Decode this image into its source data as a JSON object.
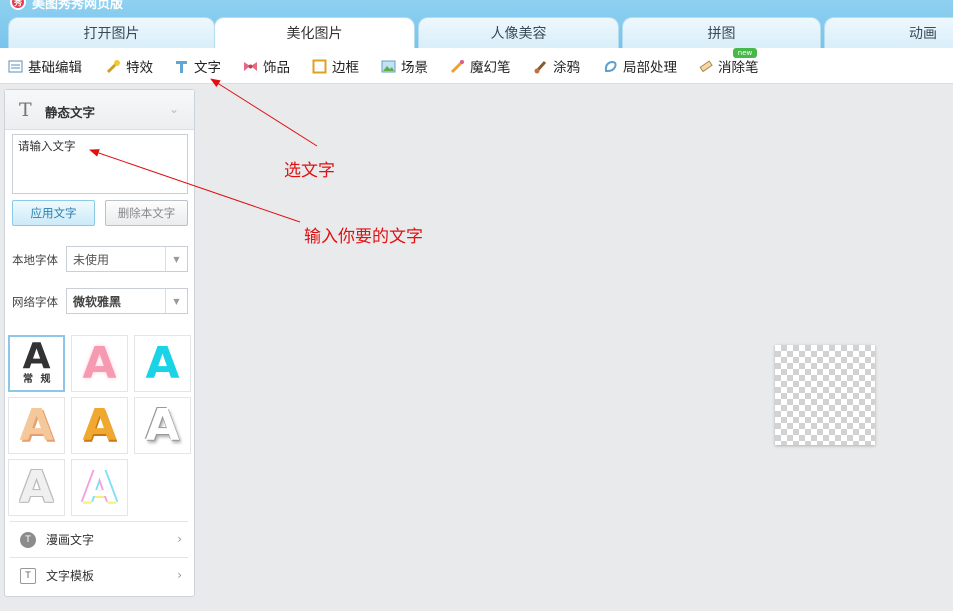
{
  "app": {
    "title": "美图秀秀网页版",
    "logo_text": "秀"
  },
  "tabs": [
    {
      "label": "打开图片"
    },
    {
      "label": "美化图片"
    },
    {
      "label": "人像美容"
    },
    {
      "label": "拼图"
    },
    {
      "label": "动画"
    }
  ],
  "toolbar": {
    "items": [
      {
        "label": "基础编辑"
      },
      {
        "label": "特效"
      },
      {
        "label": "文字"
      },
      {
        "label": "饰品"
      },
      {
        "label": "边框"
      },
      {
        "label": "场景"
      },
      {
        "label": "魔幻笔"
      },
      {
        "label": "涂鸦"
      },
      {
        "label": "局部处理"
      },
      {
        "label": "消除笔"
      }
    ],
    "new_badge": "new"
  },
  "panel": {
    "title": "静态文字",
    "title_icon": "T",
    "text_input_value": "请输入文字",
    "apply_button": "应用文字",
    "delete_button": "删除本文字",
    "local_font_label": "本地字体",
    "local_font_value": "未使用",
    "web_font_label": "网络字体",
    "web_font_value": "微软雅黑",
    "style_letter": "A",
    "normal_style_label": "常 规",
    "bottom_items": [
      {
        "label": "漫画文字"
      },
      {
        "label": "文字模板"
      }
    ]
  },
  "annotations": {
    "select_text": "选文字",
    "input_text": "输入你要的文字"
  },
  "colors": {
    "accent": "#79c4ec",
    "annotation": "#e01010"
  }
}
